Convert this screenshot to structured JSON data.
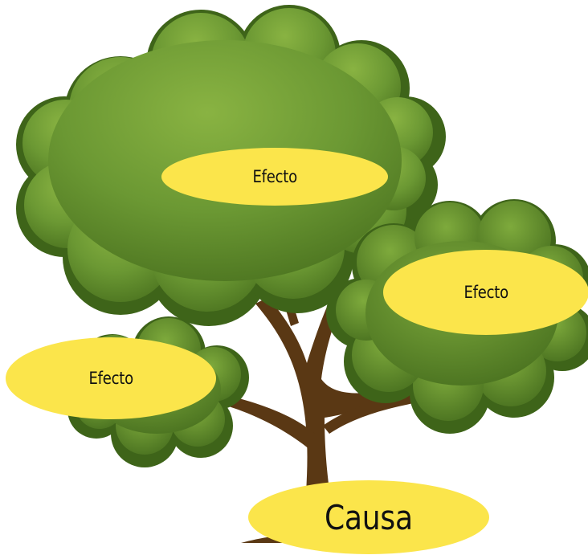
{
  "diagram": {
    "colors": {
      "leaf_dark": "#3e6419",
      "leaf_mid": "#5f8d2c",
      "leaf_light": "#8bb445",
      "trunk": "#5a3814",
      "oval": "#fbe54b"
    },
    "root": {
      "label": "Causa"
    },
    "effects": [
      {
        "label": "Efecto"
      },
      {
        "label": "Efecto"
      },
      {
        "label": "Efecto"
      }
    ]
  }
}
